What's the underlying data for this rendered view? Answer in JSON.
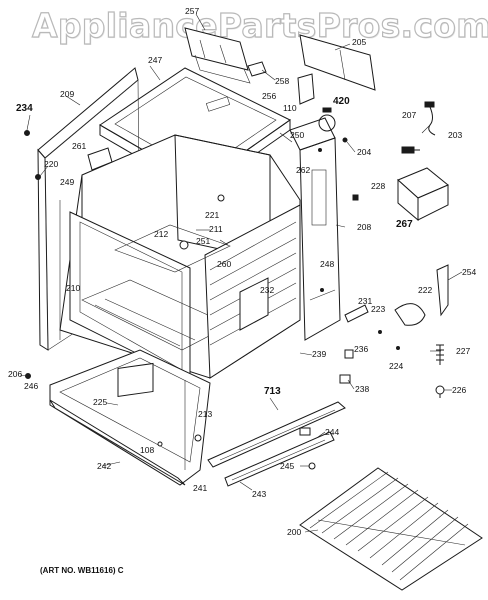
{
  "watermark": "AppliancePartsPros.com",
  "art_number": "(ART NO. WB11616) C",
  "parts": [
    {
      "id": "p257",
      "label": "257",
      "big": false
    },
    {
      "id": "p205",
      "label": "205",
      "big": false
    },
    {
      "id": "p247",
      "label": "247",
      "big": false
    },
    {
      "id": "p258",
      "label": "258",
      "big": false
    },
    {
      "id": "p256",
      "label": "256",
      "big": false
    },
    {
      "id": "p110",
      "label": "110",
      "big": false
    },
    {
      "id": "p420",
      "label": "420",
      "big": true
    },
    {
      "id": "p234",
      "label": "234",
      "big": true
    },
    {
      "id": "p209",
      "label": "209",
      "big": false
    },
    {
      "id": "p207",
      "label": "207",
      "big": false
    },
    {
      "id": "p203",
      "label": "203",
      "big": false
    },
    {
      "id": "p250",
      "label": "250",
      "big": false
    },
    {
      "id": "p204",
      "label": "204",
      "big": false
    },
    {
      "id": "p261",
      "label": "261",
      "big": false
    },
    {
      "id": "p220",
      "label": "220",
      "big": false
    },
    {
      "id": "p249",
      "label": "249",
      "big": false
    },
    {
      "id": "p262",
      "label": "262",
      "big": false
    },
    {
      "id": "p228",
      "label": "228",
      "big": false
    },
    {
      "id": "p221",
      "label": "221",
      "big": false
    },
    {
      "id": "p267",
      "label": "267",
      "big": true
    },
    {
      "id": "p208",
      "label": "208",
      "big": false
    },
    {
      "id": "p211",
      "label": "211",
      "big": false
    },
    {
      "id": "p212",
      "label": "212",
      "big": false
    },
    {
      "id": "p251",
      "label": "251",
      "big": false
    },
    {
      "id": "p260",
      "label": "260",
      "big": false
    },
    {
      "id": "p248",
      "label": "248",
      "big": false
    },
    {
      "id": "p254",
      "label": "254",
      "big": false
    },
    {
      "id": "p210",
      "label": "210",
      "big": false
    },
    {
      "id": "p232",
      "label": "232",
      "big": false
    },
    {
      "id": "p222",
      "label": "222",
      "big": false
    },
    {
      "id": "p231",
      "label": "231",
      "big": false
    },
    {
      "id": "p223",
      "label": "223",
      "big": false
    },
    {
      "id": "p239",
      "label": "239",
      "big": false
    },
    {
      "id": "p236",
      "label": "236",
      "big": false
    },
    {
      "id": "p224",
      "label": "224",
      "big": false
    },
    {
      "id": "p227",
      "label": "227",
      "big": false
    },
    {
      "id": "p206",
      "label": "206",
      "big": false
    },
    {
      "id": "p246",
      "label": "246",
      "big": false
    },
    {
      "id": "p238",
      "label": "238",
      "big": false
    },
    {
      "id": "p226",
      "label": "226",
      "big": false
    },
    {
      "id": "p713",
      "label": "713",
      "big": true
    },
    {
      "id": "p225",
      "label": "225",
      "big": false
    },
    {
      "id": "p213",
      "label": "213",
      "big": false
    },
    {
      "id": "p244",
      "label": "244",
      "big": false
    },
    {
      "id": "p108",
      "label": "108",
      "big": false
    },
    {
      "id": "p245",
      "label": "245",
      "big": false
    },
    {
      "id": "p242",
      "label": "242",
      "big": false
    },
    {
      "id": "p241",
      "label": "241",
      "big": false
    },
    {
      "id": "p243",
      "label": "243",
      "big": false
    },
    {
      "id": "p200",
      "label": "200",
      "big": false
    }
  ]
}
